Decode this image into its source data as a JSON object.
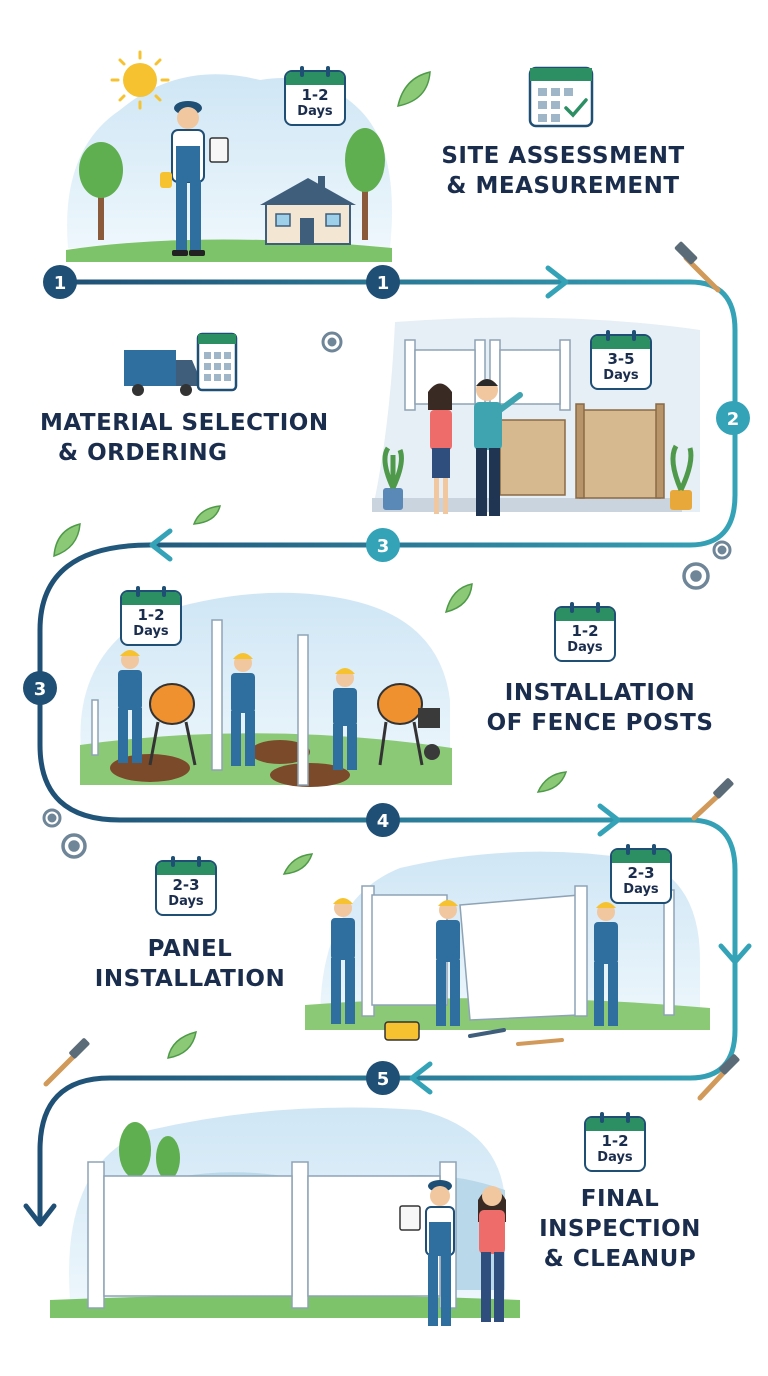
{
  "steps": [
    {
      "number": "1",
      "title_line1": "SITE ASSESSMENT",
      "title_line2": "& MEASUREMENT",
      "duration_value": "1-2",
      "duration_unit": "Days"
    },
    {
      "number": "2",
      "title_line1": "MATERIAL SELECTION",
      "title_line2": "& ORDERING",
      "duration_value": "3-5",
      "duration_unit": "Days"
    },
    {
      "number": "3",
      "title_line1": "INSTALLATION",
      "title_line2": "OF FENCE POSTS",
      "duration_value": "1-2",
      "duration_unit": "Days"
    },
    {
      "number": "4",
      "title_line1": "PANEL",
      "title_line2": "INSTALLATION",
      "duration_value": "2-3",
      "duration_unit": "Days"
    },
    {
      "number": "5",
      "title_line1": "FINAL",
      "title_line2": "INSPECTION",
      "title_line3": "& CLEANUP",
      "duration_value": "1-2",
      "duration_unit": "Days"
    }
  ],
  "extra_markers": {
    "left_1": "1",
    "right_2": "2",
    "left_3": "3",
    "left_4": "4"
  },
  "colors": {
    "path_dark": "#1f4f74",
    "path_teal": "#35a3b7",
    "badge_green": "#2c8f63",
    "title_text": "#1b2d4d"
  },
  "icons": [
    "sun-icon",
    "calendar-check-icon",
    "truck-icon",
    "calendar-icon",
    "hammer-icon",
    "gear-icon",
    "leaf-icon",
    "cement-mixer-icon",
    "wheelbarrow-icon",
    "toolbox-icon",
    "clipboard-icon",
    "house-icon"
  ]
}
